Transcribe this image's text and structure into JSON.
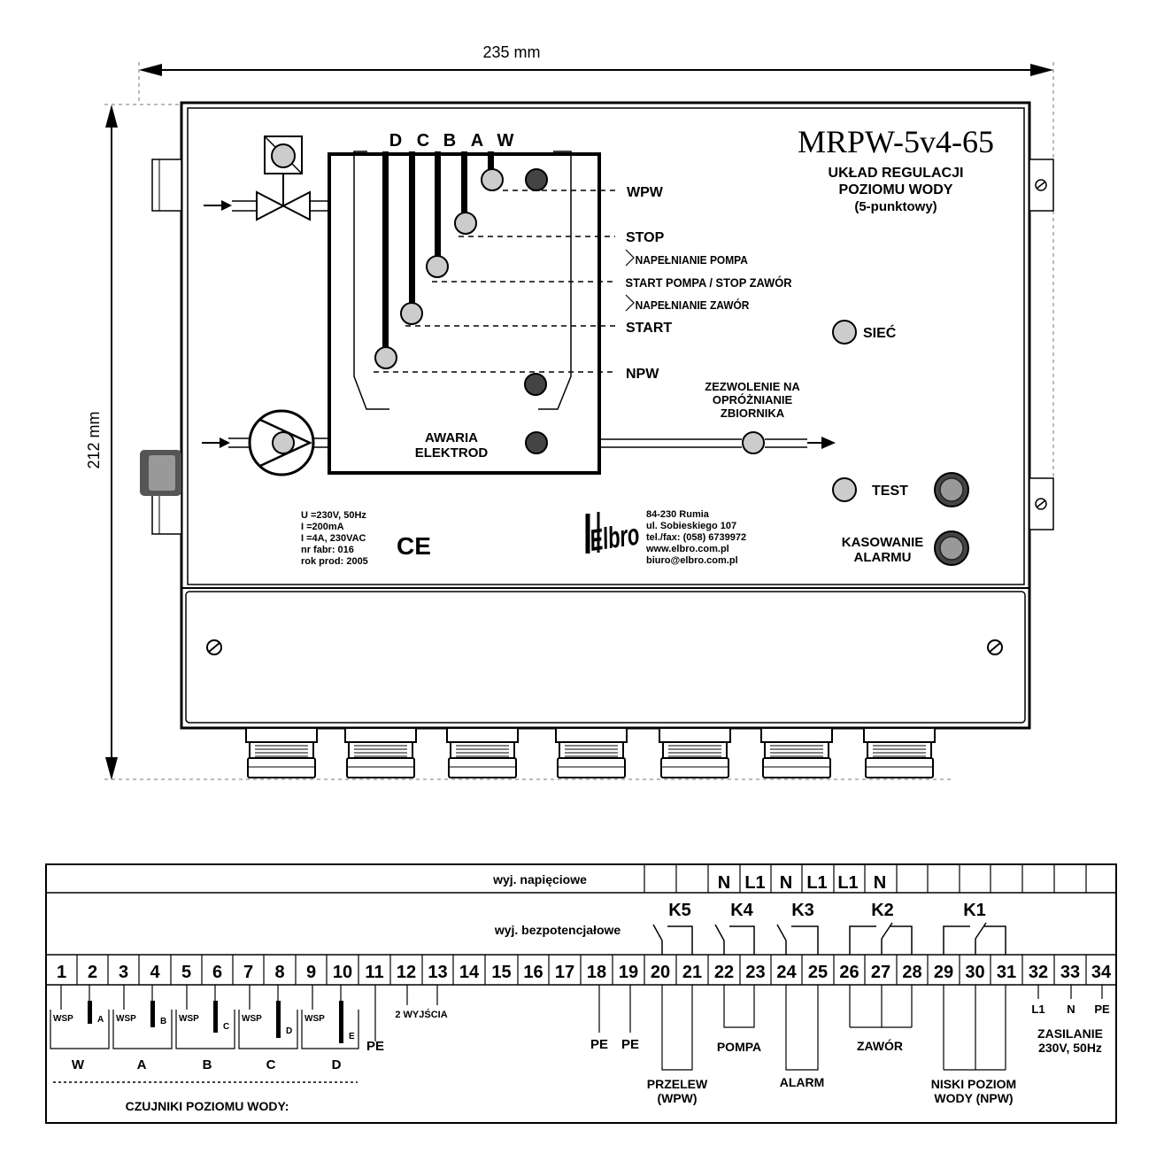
{
  "dimensions": {
    "width": "235 mm",
    "height": "212 mm"
  },
  "device": {
    "model": "MRPW-5v4-65",
    "subtitle": [
      "UKŁAD REGULACJI",
      "POZIOMU WODY",
      "(5-punktowy)"
    ],
    "electrodes": [
      "D",
      "C",
      "B",
      "A",
      "W"
    ],
    "levels": {
      "wpw": "WPW",
      "stop": "STOP",
      "fill_pump": "NAPEŁNIANIE POMPA",
      "start_pump": "START POMPA / STOP ZAWÓR",
      "fill_valve": "NAPEŁNIANIE ZAWÓR",
      "start": "START",
      "npw": "NPW"
    },
    "awaria": [
      "AWARIA",
      "ELEKTROD"
    ],
    "zezwolenie": [
      "ZEZWOLENIE NA",
      "OPRÓŻNIANIE",
      "ZBIORNIKA"
    ],
    "siec": "SIEĆ",
    "test": "TEST",
    "kasowanie": [
      "KASOWANIE",
      "ALARMU"
    ],
    "specs": [
      "U =230V, 50Hz",
      "I =200mA",
      "I =4A, 230VAC",
      "nr fabr: 016",
      "rok prod: 2005"
    ],
    "ce": "CE",
    "logo": "Elbro",
    "address": [
      "84-230 Rumia",
      "ul. Sobieskiego 107",
      "tel./fax: (058) 6739972",
      "www.elbro.com.pl",
      "biuro@elbro.com.pl"
    ]
  },
  "terminals": {
    "row_napieciowe": "wyj. napięciowe",
    "row_bezpotencjalowe": "wyj. bezpotencjałowe",
    "numbers": [
      "1",
      "2",
      "3",
      "4",
      "5",
      "6",
      "7",
      "8",
      "9",
      "10",
      "11",
      "12",
      "13",
      "14",
      "15",
      "16",
      "17",
      "18",
      "19",
      "20",
      "21",
      "22",
      "23",
      "24",
      "25",
      "26",
      "27",
      "28",
      "29",
      "30",
      "31",
      "32",
      "33",
      "34"
    ],
    "voltage_labels": [
      "N",
      "L1",
      "N",
      "L1",
      "L1",
      "N"
    ],
    "relays": [
      "K5",
      "K4",
      "K3",
      "K2",
      "K1"
    ],
    "wsp": "WSP",
    "electrode_tags": [
      "A",
      "B",
      "C",
      "D",
      "E"
    ],
    "sensor_groups": [
      "W",
      "A",
      "B",
      "C",
      "D"
    ],
    "pe": "PE",
    "two_outputs": "2 WYJŚCIA",
    "czujniki": "CZUJNIKI POZIOMU WODY:",
    "przelew": [
      "PRZELEW",
      "(WPW)"
    ],
    "pompa": "POMPA",
    "alarm": "ALARM",
    "zawor": "ZAWÓR",
    "niski": [
      "NISKI POZIOM",
      "WODY (NPW)"
    ],
    "supply_terms": [
      "L1",
      "N",
      "PE"
    ],
    "zasilanie": [
      "ZASILANIE",
      "230V, 50Hz"
    ]
  }
}
